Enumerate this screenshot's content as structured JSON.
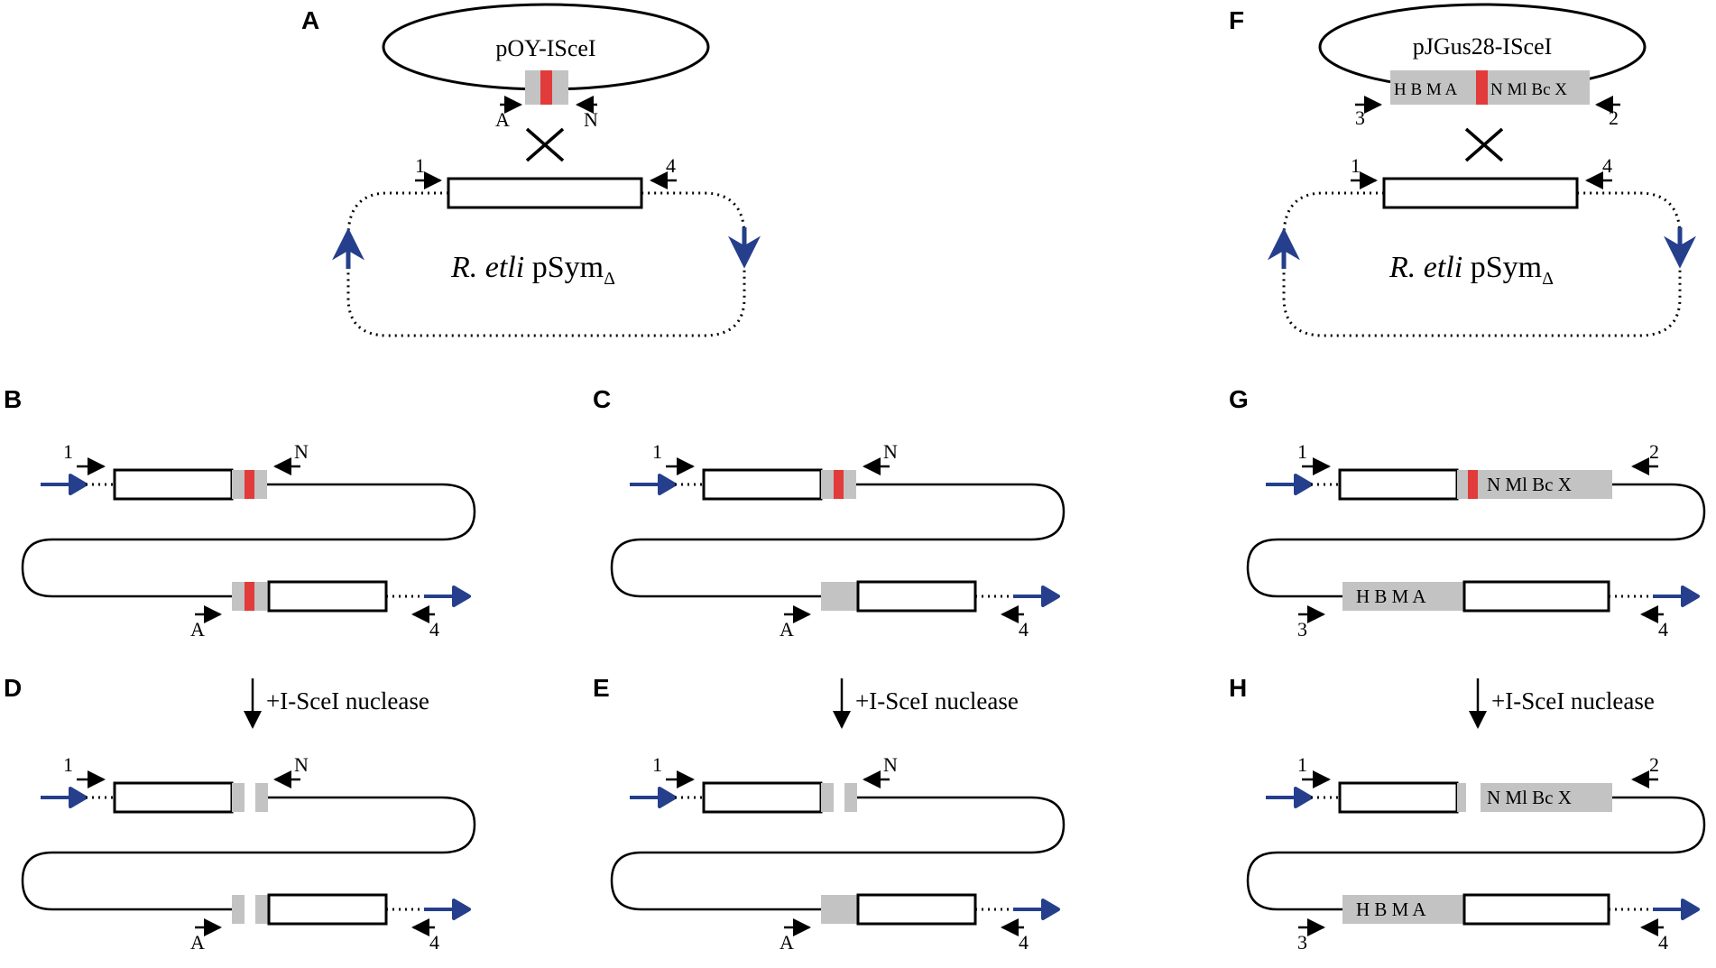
{
  "colors": {
    "gray": "#c3c3c3",
    "red": "#e23b3b",
    "blue": "#253f8c",
    "line": "#000000"
  },
  "panels": {
    "A": "A",
    "B": "B",
    "C": "C",
    "D": "D",
    "E": "E",
    "F": "F",
    "G": "G",
    "H": "H"
  },
  "labels": {
    "plasmid_a": "pOY-ISceI",
    "plasmid_f": "pJGus28-ISceI",
    "psym_species": "R. etli",
    "psym_name": " pSym",
    "psym_sub": "Δ",
    "nuclease": "+I-SceI nuclease",
    "primer_1": "1",
    "primer_2": "2",
    "primer_3": "3",
    "primer_4": "4",
    "primer_A": "A",
    "primer_N": "N",
    "sites_full": "H B M A",
    "sites_full_right": "N Ml Bc X",
    "sites_left": "H B M A",
    "sites_right": "N Ml Bc X",
    "cross": "×"
  }
}
